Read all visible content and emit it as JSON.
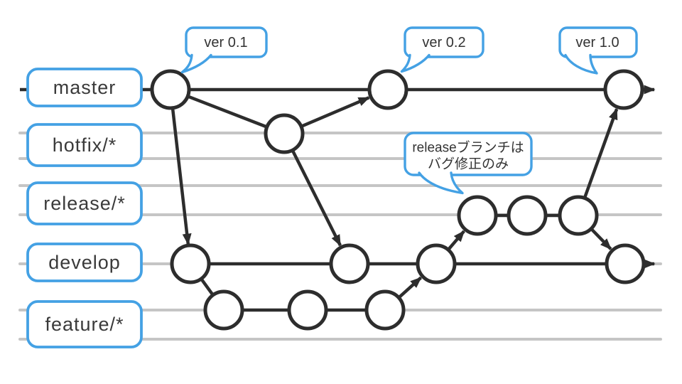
{
  "diagram": {
    "kind": "git-flow-branching-diagram",
    "colors": {
      "accent_blue": "#44a1e4",
      "graph_black": "#2d2d2d",
      "lane_gray": "#c5c5c5",
      "background": "#ffffff"
    }
  },
  "branches": [
    {
      "id": "master",
      "label": "master"
    },
    {
      "id": "hotfix",
      "label": "hotfix/*"
    },
    {
      "id": "release",
      "label": "release/*"
    },
    {
      "id": "develop",
      "label": "develop"
    },
    {
      "id": "feature",
      "label": "feature/*"
    }
  ],
  "callouts": [
    {
      "id": "ver-0-1",
      "label": "ver 0.1"
    },
    {
      "id": "ver-0-2",
      "label": "ver 0.2"
    },
    {
      "id": "ver-1-0",
      "label": "ver 1.0"
    }
  ],
  "note": {
    "line1": "releaseブランチは",
    "line2": "バグ修正のみ"
  },
  "structure": {
    "commit_counts": {
      "master": 3,
      "hotfix": 1,
      "release": 3,
      "develop": 4,
      "feature": 3
    },
    "flows": [
      "master -> hotfix (branch)",
      "master -> develop (arrow)",
      "hotfix -> master at ver 0.2 (arrow)",
      "hotfix -> develop (arrow)",
      "develop -> feature (branch)",
      "feature -> develop (arrow)",
      "develop -> release (arrow)",
      "release -> master at ver 1.0 (arrow)",
      "release -> develop (arrow)"
    ]
  }
}
